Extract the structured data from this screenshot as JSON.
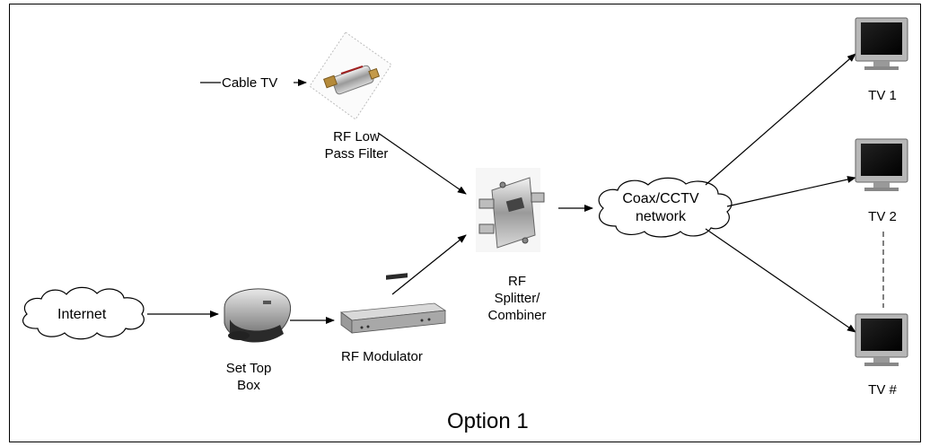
{
  "diagram": {
    "title": "Option 1",
    "labels": {
      "cable_tv": "Cable TV",
      "filter_line1": "RF Low",
      "filter_line2": "Pass Filter",
      "internet": "Internet",
      "stb_line1": "Set Top",
      "stb_line2": "Box",
      "modulator": "RF Modulator",
      "splitter_line1": "RF",
      "splitter_line2": "Splitter/",
      "splitter_line3": "Combiner",
      "network_line1": "Coax/CCTV",
      "network_line2": "network",
      "tv1": "TV 1",
      "tv2": "TV 2",
      "tvn": "TV #"
    },
    "icons": [
      "rf-low-pass-filter-icon",
      "set-top-box-icon",
      "rf-modulator-icon",
      "rf-splitter-icon",
      "tv-icon"
    ]
  }
}
